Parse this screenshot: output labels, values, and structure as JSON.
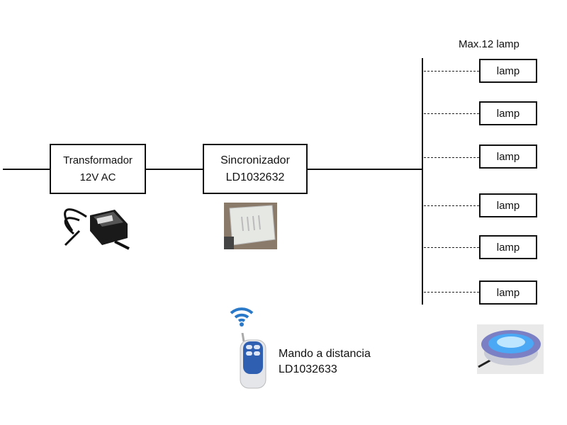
{
  "diagram": {
    "transformer": {
      "line1": "Transformador",
      "line2": "12V AC"
    },
    "synchronizer": {
      "line1": "Sincronizador",
      "line2": "LD1032632"
    },
    "remote": {
      "line1": "Mando a distancia",
      "line2": "LD1032633"
    },
    "max_label": "Max.12 lamp",
    "lamps": [
      "lamp",
      "lamp",
      "lamp",
      "lamp",
      "lamp",
      "lamp"
    ]
  },
  "colors": {
    "line": "#111111",
    "remote_blue": "#2f5fb0",
    "lamp_glow": "#3b8cf0"
  }
}
